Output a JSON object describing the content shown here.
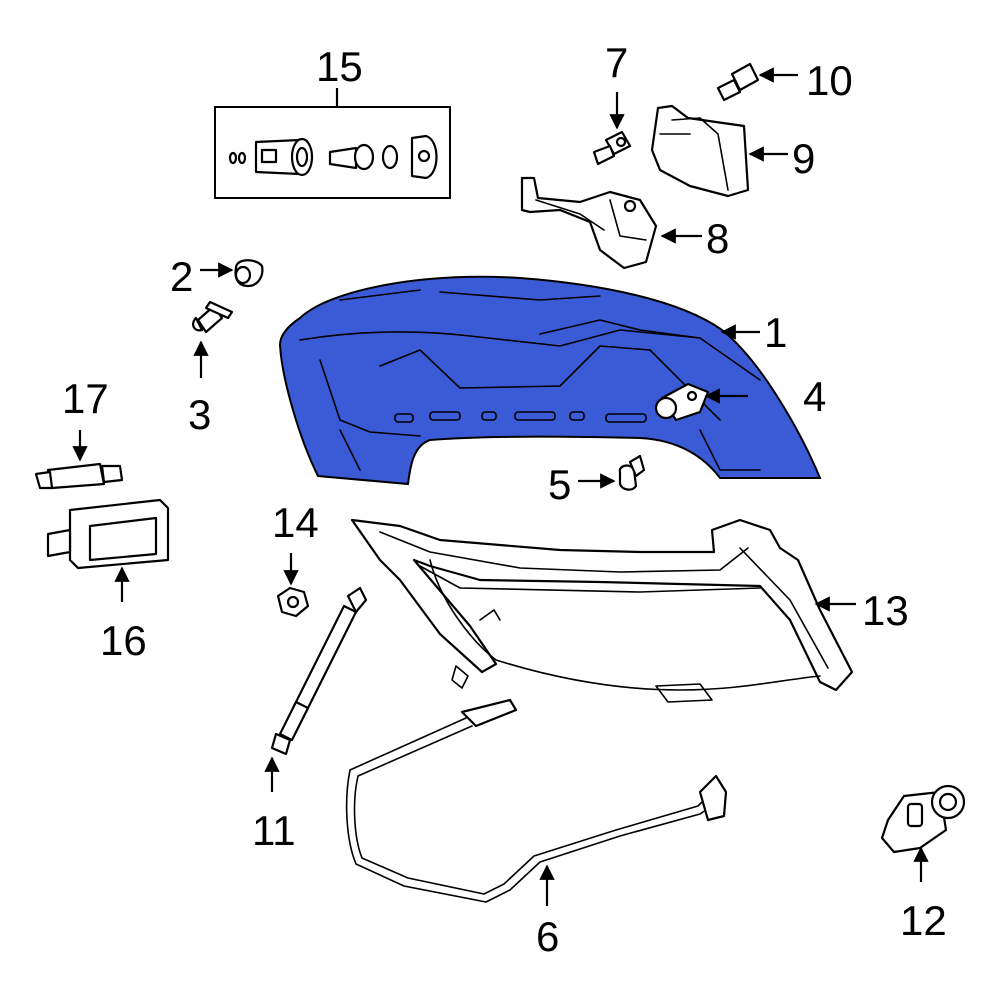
{
  "diagram": {
    "highlight_color": "#3b5bd6",
    "line_color": "#000000",
    "background": "#ffffff",
    "callouts": [
      {
        "id": "1",
        "text": "1"
      },
      {
        "id": "2",
        "text": "2"
      },
      {
        "id": "3",
        "text": "3"
      },
      {
        "id": "4",
        "text": "4"
      },
      {
        "id": "5",
        "text": "5"
      },
      {
        "id": "6",
        "text": "6"
      },
      {
        "id": "7",
        "text": "7"
      },
      {
        "id": "8",
        "text": "8"
      },
      {
        "id": "9",
        "text": "9"
      },
      {
        "id": "10",
        "text": "10"
      },
      {
        "id": "11",
        "text": "11"
      },
      {
        "id": "12",
        "text": "12"
      },
      {
        "id": "13",
        "text": "13"
      },
      {
        "id": "14",
        "text": "14"
      },
      {
        "id": "15",
        "text": "15"
      },
      {
        "id": "16",
        "text": "16"
      },
      {
        "id": "17",
        "text": "17"
      }
    ]
  }
}
